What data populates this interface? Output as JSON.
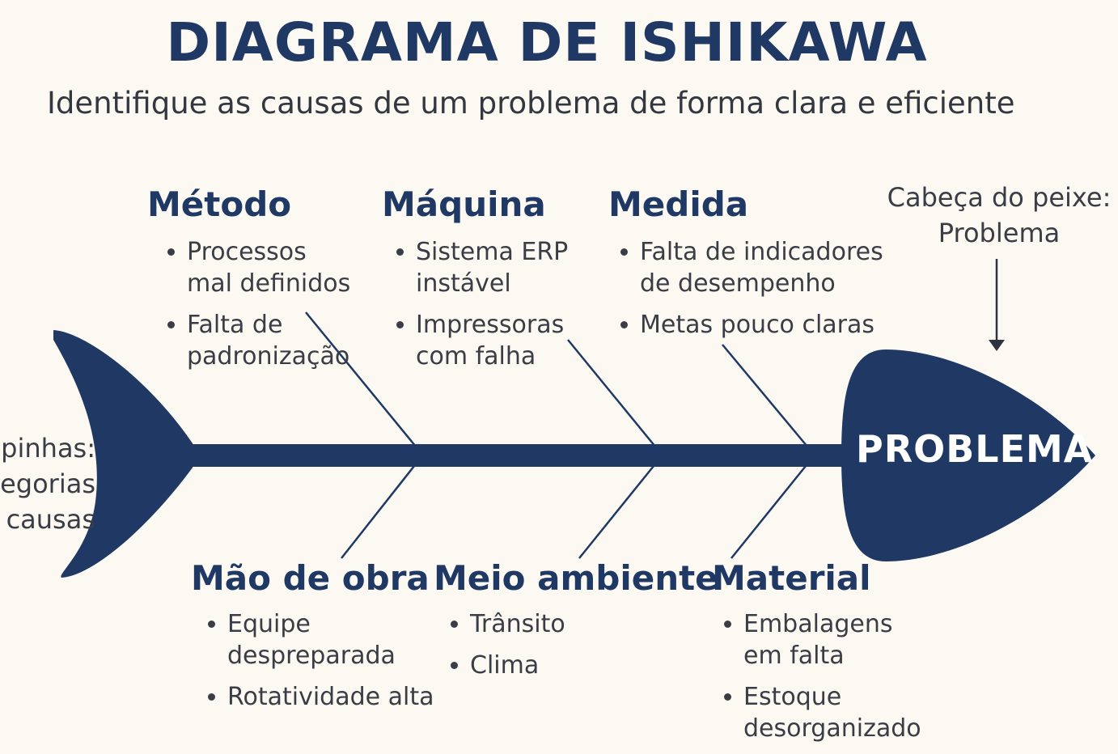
{
  "title": "DIAGRAMA DE ISHIKAWA",
  "subtitle": "Identifique as causas de um problema de forma clara e eficiente",
  "colors": {
    "navy": "#1f3864",
    "text": "#3a3d45",
    "background": "#fcf9f2"
  },
  "head": {
    "label": "PROBLEMA",
    "annotation": "Cabeça do peixe:\nProblema"
  },
  "spine_annotation": "pinhas:\negorias\ncausas",
  "categories": [
    {
      "name": "Método",
      "causes": [
        "Processos\nmal definidos",
        "Falta de\npadronização"
      ]
    },
    {
      "name": "Máquina",
      "causes": [
        "Sistema ERP\ninstável",
        "Impressoras\ncom falha"
      ]
    },
    {
      "name": "Medida",
      "causes": [
        "Falta de indicadores\nde desempenho",
        "Metas pouco claras"
      ]
    },
    {
      "name": "Mão de obra",
      "causes": [
        "Equipe\ndespreparada",
        "Rotatividade alta"
      ]
    },
    {
      "name": "Meio ambiente",
      "causes": [
        "Trânsito",
        "Clima"
      ]
    },
    {
      "name": "Material",
      "causes": [
        "Embalagens\nem falta",
        "Estoque\ndesorganizado"
      ]
    }
  ]
}
